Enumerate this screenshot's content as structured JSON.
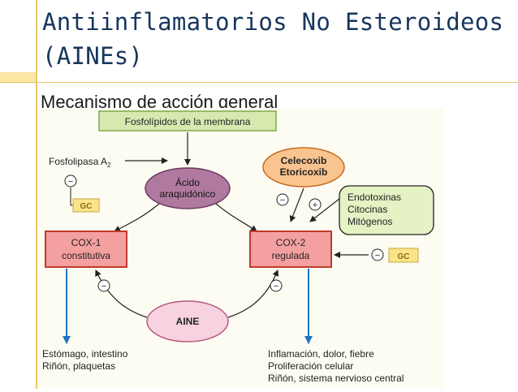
{
  "slide": {
    "title_line1": "Antiinflamatorios No Esteroideos",
    "title_line2": "(AINEs)",
    "subtitle": "Mecanismo de acción general"
  },
  "diagram": {
    "membrane": "Fosfolípidos de la membrana",
    "phospholipase": "Fosfolipasa A",
    "phospholipase_sub": "2",
    "arachidonic_line1": "Ácido",
    "arachidonic_line2": "araquidónico",
    "celecoxib_line1": "Celecoxib",
    "celecoxib_line2": "Etoricoxib",
    "endo_line1": "Endotoxinas",
    "endo_line2": "Citocinas",
    "endo_line3": "Mitógenos",
    "cox1_line1": "COX-1",
    "cox1_line2": "constitutiva",
    "cox2_line1": "COX-2",
    "cox2_line2": "regulada",
    "aine": "AINE",
    "gc": "GC",
    "minus": "−",
    "plus": "+",
    "out_left_line1": "Estómago, intestino",
    "out_left_line2": "Riñón, plaquetas",
    "out_right_line1": "Inflamación, dolor, fiebre",
    "out_right_line2": "Proliferación celular",
    "out_right_line3": "Riñón, sistema nervioso central"
  },
  "colors": {
    "title": "#17365d",
    "membrane_fill": "#d6eab0",
    "cox_fill": "#f5a0a0",
    "arachidonic_fill": "#b07aa0",
    "celecoxib_fill": "#f9c48f",
    "endo_fill": "#e4f2c4",
    "aine_fill": "#f7d2e0",
    "gc_fill": "#fbe38a",
    "outcome_arrow": "#1f74c4"
  }
}
